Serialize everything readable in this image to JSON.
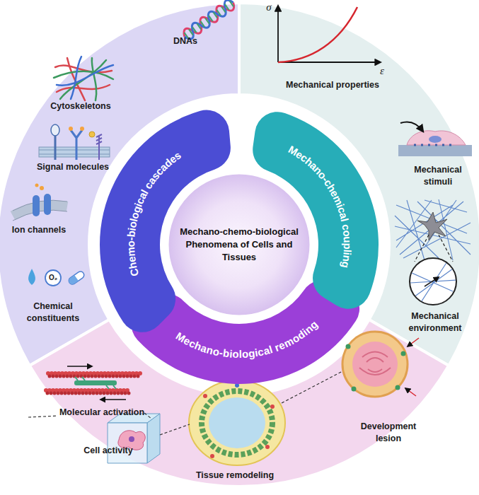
{
  "diagram": {
    "nodes": [
      {
        "text": [
          "Mechano-chemo-biological Phenomena of Cells and Tissues"
        ]
      },
      {
        "text": [
          "Chemo-biological cascades"
        ]
      },
      {
        "text": [
          "Mechano-chemical coupling"
        ]
      },
      {
        "text": [
          "Mechano-biological remoding"
        ]
      }
    ],
    "labels": [
      "DNAs",
      "Cytoskeletons",
      "Signal molecules",
      "Ion channels",
      "O₂",
      "Chemical constituents",
      "σ",
      "ε",
      "Mechanical properties",
      "Mechanical stimuli",
      "Mechanical environment",
      "Molecular activation",
      "Development lesion",
      "Cell activity",
      "Tissue remodeling"
    ]
  }
}
